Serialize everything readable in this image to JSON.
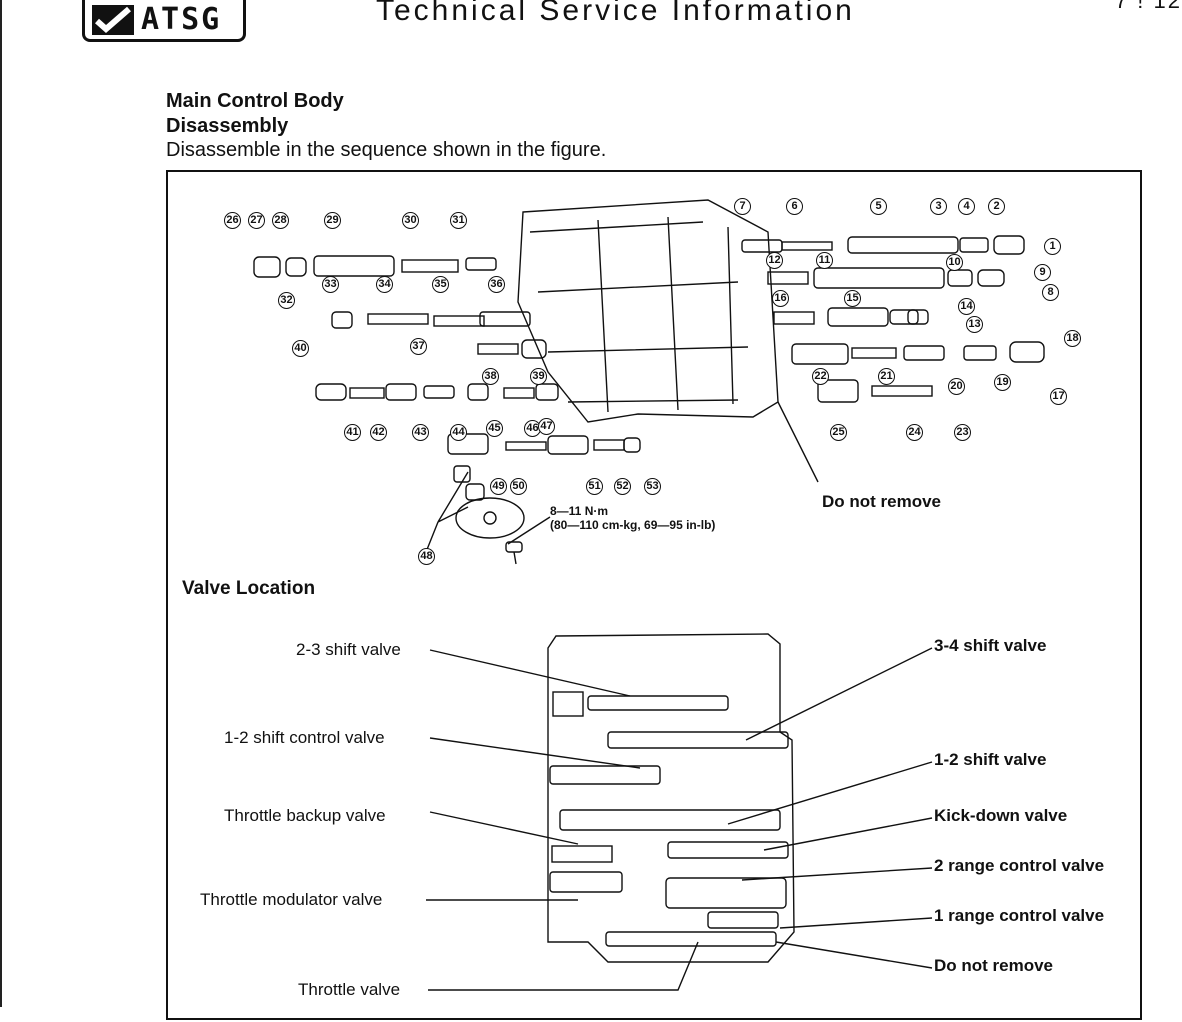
{
  "header": {
    "logo_text": "ATSG",
    "title": "Technical Service Information",
    "page_code": "7 ! 12"
  },
  "section": {
    "title": "Main Control Body",
    "subtitle": "Disassembly",
    "intro": "Disassemble in the sequence shown in the figure."
  },
  "exploded_view": {
    "do_not_remove": "Do not remove",
    "torque_line1": "8—11 N·m",
    "torque_line2": "(80—110 cm-kg, 69—95 in-lb)",
    "callouts": [
      "1",
      "2",
      "3",
      "4",
      "5",
      "6",
      "7",
      "8",
      "9",
      "10",
      "11",
      "12",
      "13",
      "14",
      "15",
      "16",
      "17",
      "18",
      "19",
      "20",
      "21",
      "22",
      "23",
      "24",
      "25",
      "26",
      "27",
      "28",
      "29",
      "30",
      "31",
      "32",
      "33",
      "34",
      "35",
      "36",
      "37",
      "38",
      "39",
      "40",
      "41",
      "42",
      "43",
      "44",
      "45",
      "46",
      "47",
      "48",
      "49",
      "50",
      "51",
      "52",
      "53"
    ]
  },
  "valve_location": {
    "title": "Valve Location",
    "left_labels": [
      "2-3 shift valve",
      "1-2 shift control valve",
      "Throttle backup valve",
      "Throttle modulator valve",
      "Throttle valve"
    ],
    "right_labels": [
      "3-4 shift valve",
      "1-2 shift valve",
      "Kick-down valve",
      "2 range control valve",
      "1 range control valve",
      "Do not remove"
    ]
  }
}
